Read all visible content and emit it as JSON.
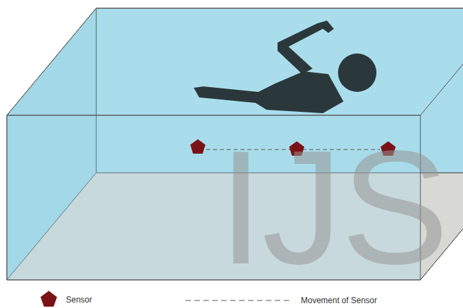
{
  "diagram": {
    "labels": [
      "IJS"
    ],
    "legend": [
      {
        "text": "Sensor"
      },
      {
        "text": "Movement of Sensor"
      }
    ]
  }
}
